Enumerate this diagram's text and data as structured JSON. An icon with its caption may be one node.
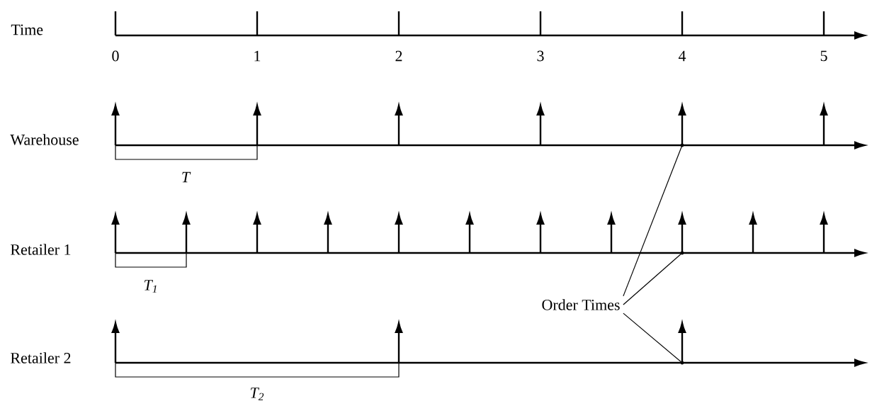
{
  "diagram": {
    "nodes": [
      {
        "text": [
          "Order Times"
        ]
      },
      {
        "text": [],
        "shape": "point"
      },
      {
        "text": [],
        "shape": "point"
      },
      {
        "text": [],
        "shape": "point"
      }
    ],
    "edges": [
      {
        "from": 0,
        "to": 1,
        "arrow": "none"
      },
      {
        "from": 0,
        "to": 2,
        "arrow": "none"
      },
      {
        "from": 0,
        "to": 3,
        "arrow": "none"
      }
    ],
    "labels": [
      "Time",
      "0",
      "1",
      "2",
      "3",
      "4",
      "5",
      "Warehouse",
      "T",
      "Retailer 1",
      "T$_{1}$",
      "Retailer 2",
      "T$_{2}$"
    ]
  }
}
